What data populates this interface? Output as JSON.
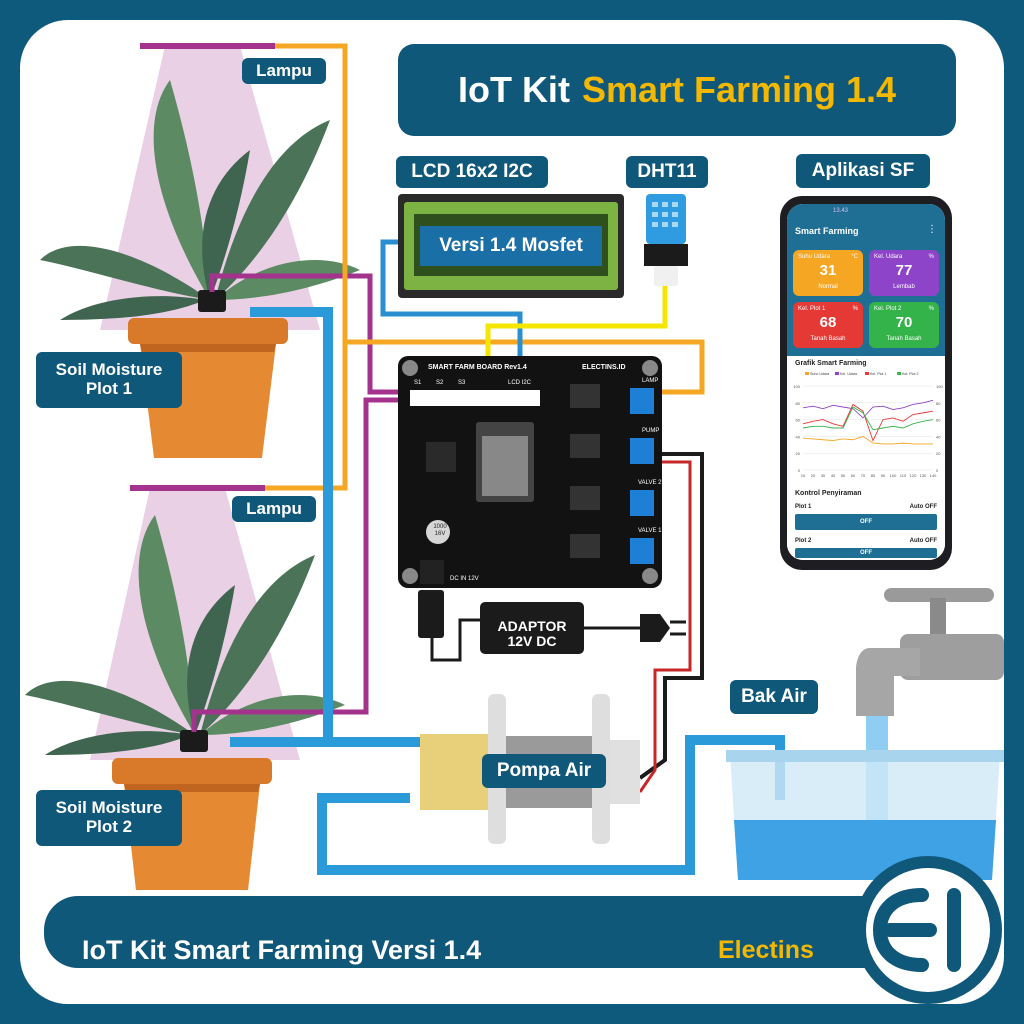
{
  "title": {
    "prefix": "IoT Kit",
    "highlight": "Smart Farming 1.4"
  },
  "labels": {
    "lampu_1": "Lampu",
    "lampu_2": "Lampu",
    "soil_1": "Soil Moisture\nPlot 1",
    "soil_2": "Soil Moisture\nPlot 2",
    "lcd": "LCD 16x2 I2C",
    "dht": "DHT11",
    "app": "Aplikasi SF",
    "adaptor": "ADAPTOR\n12V DC",
    "pump": "Pompa Air",
    "tank": "Bak Air"
  },
  "lcd_text": "Versi 1.4 Mosfet",
  "board": {
    "name": "SMART FARM BOARD Rev1.4",
    "brand": "ELECTINS.ID",
    "ports": [
      "S1",
      "S2",
      "S3",
      "LCD I2C"
    ],
    "outputs": [
      "LAMP",
      "PUMP",
      "VALVE 2",
      "VALVE 1"
    ],
    "dc_label": "DC IN 12V",
    "capacitor": "1000 16V"
  },
  "app": {
    "status_time": "13.43",
    "title": "Smart Farming",
    "menu_icon": "more-vert-icon",
    "tiles": [
      {
        "name": "Suhu Udara",
        "unit": "°C",
        "value": "31",
        "status": "Normal",
        "color": "#f5a623"
      },
      {
        "name": "Kel. Udara",
        "unit": "%",
        "value": "77",
        "status": "Lembab",
        "color": "#8e44c9"
      },
      {
        "name": "Kel. Plot 1",
        "unit": "%",
        "value": "68",
        "status": "Tanah Basah",
        "color": "#e53935"
      },
      {
        "name": "Kel. Plot 2",
        "unit": "%",
        "value": "70",
        "status": "Tanah Basah",
        "color": "#34b34a"
      }
    ],
    "chart_title": "Grafik Smart Farming",
    "control_title": "Kontrol Penyiraman",
    "plots": [
      {
        "label": "Plot 1",
        "mode": "Auto OFF",
        "button": "OFF"
      },
      {
        "label": "Plot 2",
        "mode": "Auto OFF",
        "button": "OFF"
      }
    ]
  },
  "chart_data": {
    "type": "line",
    "title": "Grafik Smart Farming",
    "x": [
      10,
      20,
      30,
      40,
      50,
      60,
      70,
      80,
      90,
      100,
      110,
      120,
      130,
      140
    ],
    "ylim": [
      0,
      100
    ],
    "y_ticks": [
      0,
      20,
      40,
      60,
      80,
      100
    ],
    "series": [
      {
        "name": "Suhu Udara",
        "color": "#f5a623",
        "values": [
          38,
          37,
          36,
          35,
          37,
          36,
          40,
          32,
          31,
          31,
          32,
          31,
          31,
          31
        ]
      },
      {
        "name": "Kel. Udara",
        "color": "#8e44c9",
        "values": [
          74,
          76,
          73,
          77,
          75,
          73,
          62,
          75,
          76,
          72,
          74,
          78,
          80,
          83
        ]
      },
      {
        "name": "Kel. Plot 1",
        "color": "#e53935",
        "values": [
          55,
          58,
          60,
          55,
          52,
          78,
          70,
          35,
          60,
          62,
          58,
          66,
          68,
          70
        ]
      },
      {
        "name": "Kel. Plot 2",
        "color": "#34b34a",
        "values": [
          50,
          52,
          52,
          50,
          50,
          75,
          68,
          48,
          50,
          52,
          50,
          55,
          58,
          60
        ]
      }
    ]
  },
  "footer": {
    "text": "IoT Kit Smart Farming Versi 1.4",
    "brand": "Electins"
  },
  "colors": {
    "navy": "#10587a",
    "yellow": "#f5b800",
    "wire_purple": "#a3338c",
    "wire_orange": "#f5a623",
    "wire_blue": "#2a8fd0",
    "pipe_blue": "#2a9ad8"
  }
}
